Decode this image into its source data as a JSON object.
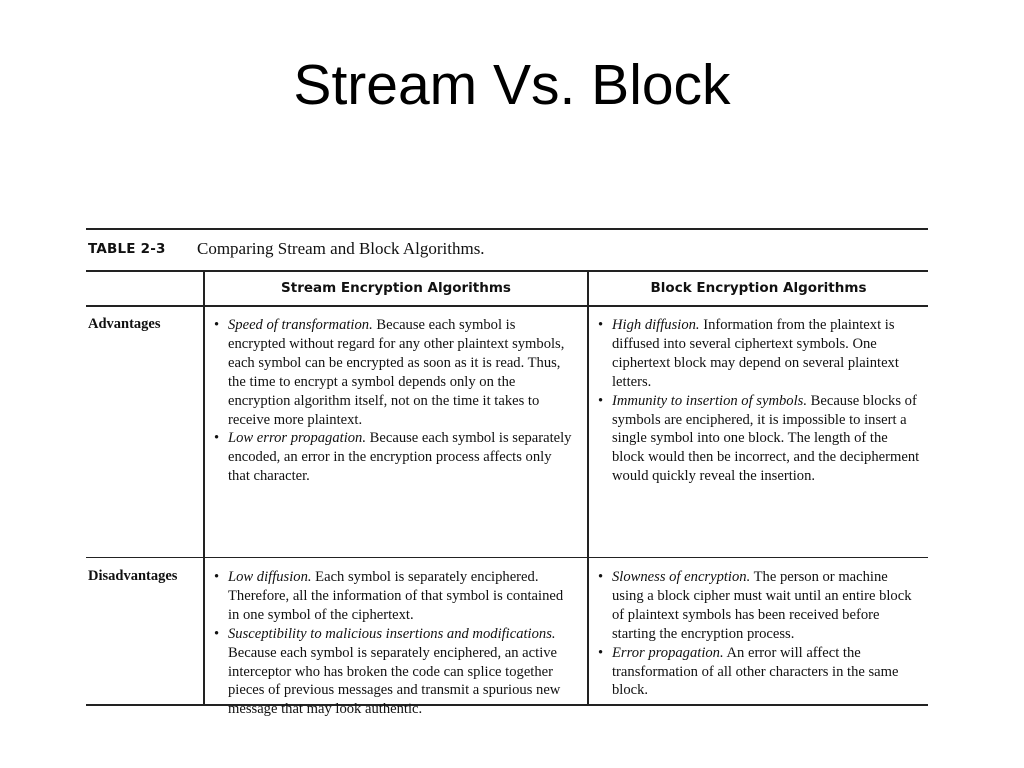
{
  "slide": {
    "title": "Stream Vs. Block"
  },
  "table": {
    "label": "TABLE 2-3",
    "caption": "Comparing Stream and Block Algorithms.",
    "column_headers": {
      "stream": "Stream Encryption Algorithms",
      "block": "Block Encryption Algorithms"
    },
    "rows": {
      "advantages": {
        "label": "Advantages",
        "stream": [
          {
            "term": "Speed of transformation.",
            "text": " Because each symbol is encrypted without regard for any other plaintext symbols, each symbol can be encrypted as soon as it is read. Thus, the time to encrypt a symbol depends only on the encryption algorithm itself, not on the time it takes to receive more plaintext."
          },
          {
            "term": "Low error propagation.",
            "text": " Because each symbol is separately encoded, an error in the encryption process affects only that character."
          }
        ],
        "block": [
          {
            "term": "High diffusion.",
            "text": " Information from the plaintext is diffused into several ciphertext symbols. One ciphertext block may depend on several plaintext letters."
          },
          {
            "term": "Immunity to insertion of symbols.",
            "text": " Because blocks of symbols are enciphered, it is impossible to insert a single symbol into one block. The length of the block would then be incorrect, and the decipherment would quickly reveal the insertion."
          }
        ]
      },
      "disadvantages": {
        "label": "Disadvantages",
        "stream": [
          {
            "term": "Low diffusion.",
            "text": " Each symbol is separately enciphered. Therefore, all the information of that symbol is contained in one symbol of the ciphertext."
          },
          {
            "term": "Susceptibility to malicious insertions and modifications.",
            "text": " Because each symbol is separately enciphered, an active interceptor who has broken the code can splice together pieces of previous messages and transmit a spurious new message that may look authentic."
          }
        ],
        "block": [
          {
            "term": "Slowness of encryption.",
            "text": " The person or machine using a block cipher must wait until an entire block of plaintext symbols has been received before starting the encryption process."
          },
          {
            "term": "Error propagation.",
            "text": " An error will affect the transformation of all other characters in the same block."
          }
        ]
      }
    }
  }
}
